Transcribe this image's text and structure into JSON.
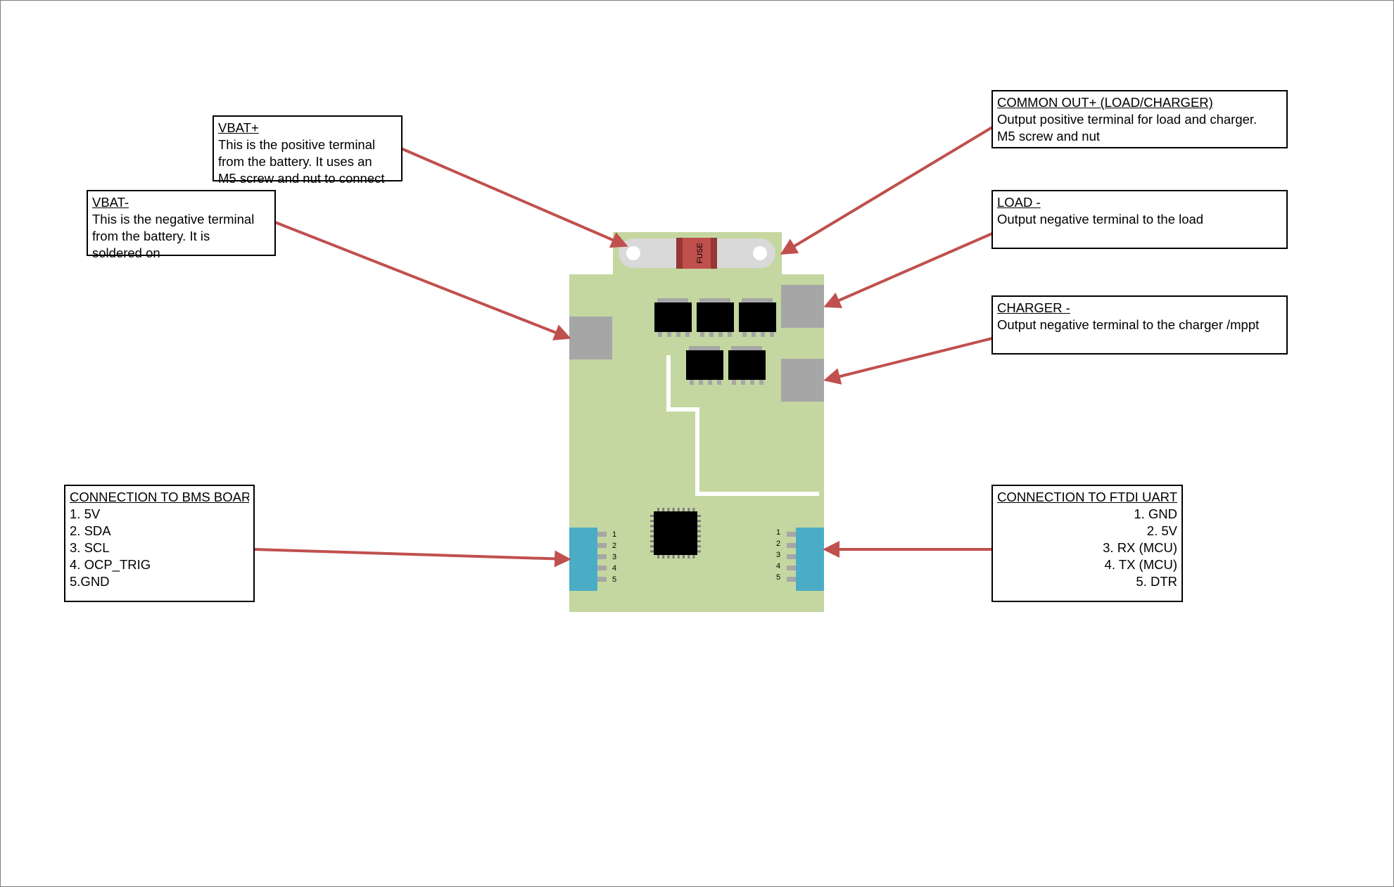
{
  "callouts": {
    "vbat_pos": {
      "title": "VBAT+",
      "lines": [
        "This is the positive terminal",
        "from the battery. It uses an",
        "M5 screw and nut to connect"
      ]
    },
    "vbat_neg": {
      "title": "VBAT-",
      "lines": [
        "This is the negative terminal",
        "from the battery.  It is",
        "soldered on"
      ]
    },
    "common_out": {
      "title": "COMMON OUT+ (LOAD/CHARGER)",
      "lines": [
        "Output positive terminal for load and charger.",
        "M5 screw and nut"
      ]
    },
    "load_neg": {
      "title": "LOAD -",
      "lines": [
        "Output negative terminal to the load"
      ]
    },
    "charger_neg": {
      "title": "CHARGER -",
      "lines": [
        "Output negative terminal to the charger /mppt"
      ]
    },
    "bms_conn": {
      "title": "CONNECTION TO BMS BOARD",
      "lines": [
        "1. 5V",
        "2. SDA",
        "3. SCL",
        "4. OCP_TRIG",
        "5.GND"
      ]
    },
    "ftdi_conn": {
      "title": "CONNECTION TO FTDI UART",
      "lines": [
        "1. GND",
        "2. 5V",
        "3. RX (MCU)",
        "4. TX (MCU)",
        "5. DTR"
      ]
    }
  },
  "board": {
    "fuse_label": "FUSE",
    "left_header_pins": [
      "1",
      "2",
      "3",
      "4",
      "5"
    ],
    "right_header_pins": [
      "1",
      "2",
      "3",
      "4",
      "5"
    ]
  },
  "colors": {
    "pcb": "#c4d7a0",
    "pad": "#a6a6a6",
    "chip": "#000000",
    "header": "#4bacc6",
    "fuse_body": "#c0504d",
    "fuse_band": "#953735",
    "busbar": "#d9d9d9",
    "arrow": "#c0504d",
    "trace": "#ffffff"
  }
}
